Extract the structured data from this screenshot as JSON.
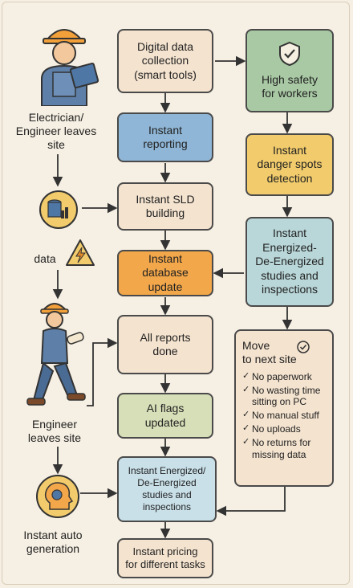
{
  "left": {
    "electrician_label_1": "Electrician/",
    "electrician_label_2": "Engineer leaves",
    "electrician_label_3": "site",
    "data_label": "data",
    "engineer_label_1": "Engineer",
    "engineer_label_2": "leaves site",
    "auto_label_1": "Instant auto",
    "auto_label_2": "generation"
  },
  "center": {
    "b1": [
      "Digital data",
      "collection",
      "(smart tools)"
    ],
    "b2": [
      "Instant",
      "reporting"
    ],
    "b3": [
      "Instant SLD",
      "building"
    ],
    "b4": [
      "Instant",
      "database update"
    ],
    "b5": [
      "All reports",
      "done"
    ],
    "b6": [
      "AI flags",
      "updated"
    ],
    "b7": [
      "Instant Energized/",
      "De-Energized",
      "studies and",
      "inspections"
    ],
    "b8": [
      "Instant pricing",
      "for different tasks"
    ]
  },
  "right": {
    "r1": [
      "High safety",
      "for workers"
    ],
    "r2": [
      "Instant",
      "danger spots",
      "detection"
    ],
    "r3": [
      "Instant",
      "Energized-",
      "De-Energized",
      "studies and",
      "inspections"
    ],
    "move_title_1": "Move",
    "move_title_2": "to next site",
    "list": [
      "No paperwork",
      "No wasting time sitting on PC",
      "No manual stuff",
      "No uploads",
      "No returns for missing data"
    ]
  },
  "colors": {
    "background": "#f6efe3",
    "orange": "#f2a74a",
    "blue": "#8fb6d6",
    "green": "#a9c9a4",
    "yellow": "#f2cc6c"
  }
}
